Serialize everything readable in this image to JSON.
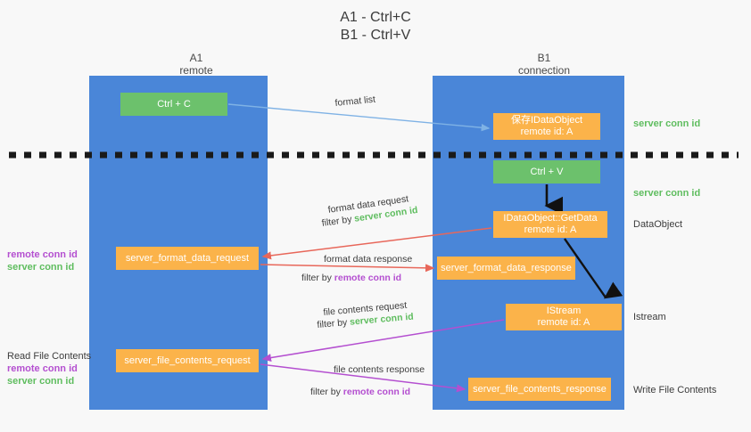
{
  "title": {
    "line1": "A1 - Ctrl+C",
    "line2": "B1 - Ctrl+V"
  },
  "columns": [
    {
      "name": "A1",
      "role": "remote"
    },
    {
      "name": "B1",
      "role": "connection"
    }
  ],
  "nodes": {
    "ctrl_c": {
      "label": "Ctrl + C",
      "color": "#6cc16c",
      "lane": "A1"
    },
    "save_idataobject": {
      "line1": "保存IDataObject",
      "line2": "remote id: A",
      "color": "#fbb34a",
      "lane": "B1"
    },
    "ctrl_v": {
      "label": "Ctrl + V",
      "color": "#6cc16c",
      "lane": "B1"
    },
    "getdata": {
      "line1": "IDataObject::GetData",
      "line2": "remote id: A",
      "color": "#fbb34a",
      "lane": "B1"
    },
    "server_format_data_request": {
      "label": "server_format_data_request",
      "color": "#fbb34a",
      "lane": "A1"
    },
    "server_format_data_response": {
      "label": "server_format_data_response",
      "color": "#fbb34a",
      "lane": "B1"
    },
    "istream": {
      "line1": "IStream",
      "line2": "remote id: A",
      "color": "#fbb34a",
      "lane": "B1"
    },
    "server_file_contents_request": {
      "label": "server_file_contents_request",
      "color": "#fbb34a",
      "lane": "A1"
    },
    "server_file_contents_response": {
      "label": "server_file_contents_response",
      "color": "#fbb34a",
      "lane": "B1"
    }
  },
  "flow_labels": {
    "format_list": "format list",
    "format_data_request": "format data request",
    "format_data_request_filter_prefix": "filter by ",
    "format_data_request_filter_value": "server conn id",
    "format_data_response": "format data response",
    "format_data_response_filter_prefix": "filter by ",
    "format_data_response_filter_value": "remote conn id",
    "file_contents_request": "file contents request",
    "file_contents_request_filter_prefix": "filter by ",
    "file_contents_request_filter_value": "server conn id",
    "file_contents_response": "file contents response",
    "file_contents_response_filter_prefix": "filter by ",
    "file_contents_response_filter_value": "remote conn id"
  },
  "right_labels": {
    "server_conn_id_top": "server conn id",
    "server_conn_id_mid": "server conn id",
    "dataobject": "DataObject",
    "istream": "Istream",
    "write_file_contents": "Write File Contents"
  },
  "left_labels": {
    "remote_conn_id_1": "remote conn id",
    "server_conn_id_1": "server conn id",
    "read_file_contents": "Read File Contents",
    "remote_conn_id_2": "remote conn id",
    "server_conn_id_2": "server conn id"
  },
  "colors": {
    "lane": "#4a86d8",
    "green_node": "#6cc16c",
    "orange_node": "#fbb34a",
    "green_text": "#5fbd5f",
    "purple_text": "#b44fd0",
    "blue_arrow": "#7fb2e5",
    "red_arrow": "#e8675a",
    "purple_arrow": "#b44fd0",
    "black_arrow": "#000000",
    "background": "#f8f8f8",
    "divider": "#1a1a1a"
  }
}
